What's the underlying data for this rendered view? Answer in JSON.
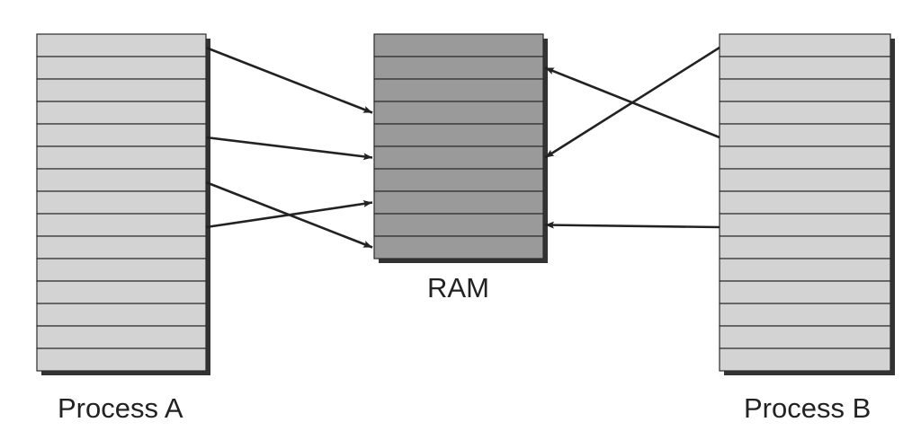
{
  "labels": {
    "process_a": "Process A",
    "ram": "RAM",
    "process_b": "Process B"
  },
  "blocks": {
    "process_a": {
      "slots": 15
    },
    "ram": {
      "slots": 10
    },
    "process_b": {
      "slots": 15
    }
  },
  "mappings": [
    {
      "from": "process_a",
      "from_slot": 0,
      "to": "ram",
      "to_slot": 3
    },
    {
      "from": "process_a",
      "from_slot": 4,
      "to": "ram",
      "to_slot": 5
    },
    {
      "from": "process_a",
      "from_slot": 6,
      "to": "ram",
      "to_slot": 9
    },
    {
      "from": "process_a",
      "from_slot": 8,
      "to": "ram",
      "to_slot": 7
    },
    {
      "from": "process_b",
      "from_slot": 0,
      "to": "ram",
      "to_slot": 5
    },
    {
      "from": "process_b",
      "from_slot": 4,
      "to": "ram",
      "to_slot": 1
    },
    {
      "from": "process_b",
      "from_slot": 8,
      "to": "ram",
      "to_slot": 8
    }
  ],
  "colors": {
    "process_fill": "#d3d3d3",
    "ram_fill": "#9a9a9a",
    "shadow": "#333333",
    "stroke": "#2b2b2b",
    "arrow": "#222222"
  }
}
